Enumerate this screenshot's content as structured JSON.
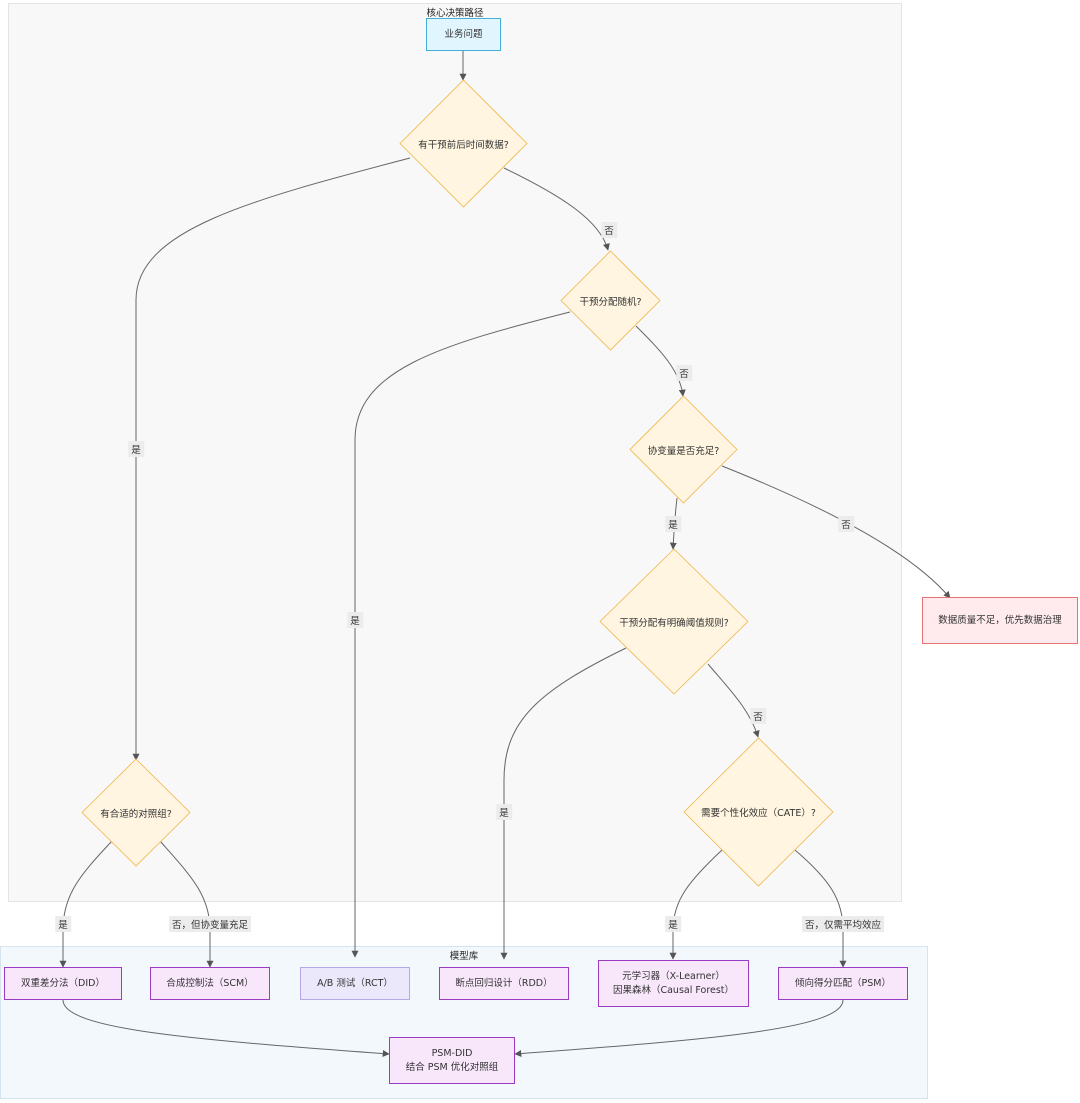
{
  "clusters": {
    "core": "核心决策路径",
    "library": "模型库"
  },
  "nodes": {
    "business": "业务问题",
    "q_timedata": "有干预前后时间数据?",
    "q_random": "干预分配随机?",
    "q_covariate": "协变量是否充足?",
    "q_threshold": "干预分配有明确阈值规则?",
    "q_control": "有合适的对照组?",
    "q_cate": "需要个性化效应（CATE）?",
    "data_quality": "数据质量不足，优先数据治理",
    "did": "双重差分法（DID）",
    "scm": "合成控制法（SCM）",
    "rct": "A/B 测试（RCT）",
    "rdd": "断点回归设计（RDD）",
    "meta_line1": "元学习器（X-Learner）",
    "meta_line2": "因果森林（Causal Forest）",
    "psm": "倾向得分匹配（PSM）",
    "psmdid_line1": "PSM-DID",
    "psmdid_line2": "结合 PSM 优化对照组"
  },
  "edge_labels": {
    "time_no": "否",
    "time_yes": "是",
    "random_yes": "是",
    "random_no": "否",
    "covariate_yes": "是",
    "covariate_no": "否",
    "threshold_yes": "是",
    "threshold_no": "否",
    "control_yes": "是",
    "control_no": "否，但协变量充足",
    "cate_yes": "是",
    "cate_no": "否，仅需平均效应"
  },
  "colors": {
    "decision_fill": "#fff5e0",
    "decision_stroke": "#f0b54a",
    "edge": "#555555",
    "model_fill": "#f8e6fb",
    "model_stroke": "#9c3bc4"
  }
}
